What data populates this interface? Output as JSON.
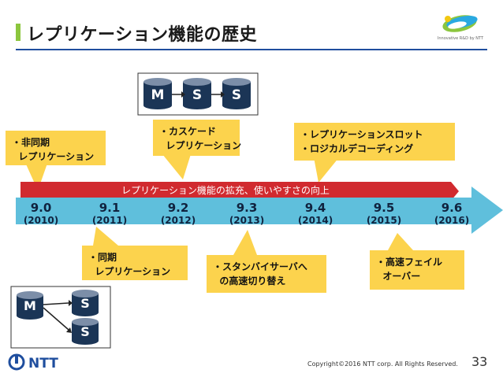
{
  "title": "レプリケーション機能の歴史",
  "logo_text": "Innovative R&D by NTT",
  "band_text": "レプリケーション機能の拡充、使いやすさの向上",
  "versions": [
    {
      "v": "9.0",
      "y": "(2010)"
    },
    {
      "v": "9.1",
      "y": "(2011)"
    },
    {
      "v": "9.2",
      "y": "(2012)"
    },
    {
      "v": "9.3",
      "y": "(2013)"
    },
    {
      "v": "9.4",
      "y": "(2014)"
    },
    {
      "v": "9.5",
      "y": "(2015)"
    },
    {
      "v": "9.6",
      "y": "(2016)"
    }
  ],
  "callouts": {
    "c90": "・非同期\n  レプリケーション",
    "c91": "・同期\n  レプリケーション",
    "c92": "・カスケード\n  レプリケーション",
    "c93": "・スタンバイサーバへ\n  の高速切り替え",
    "c94": "・レプリケーションスロット\n・ロジカルデコーディング",
    "c95": "・高速フェイル\n  オーバー"
  },
  "cascade_nodes": [
    "M",
    "S",
    "S"
  ],
  "sync_nodes": [
    "M",
    "S",
    "S"
  ],
  "footer": {
    "brand": "NTT",
    "copyright": "Copyright©2016  NTT corp. All Rights Reserved.",
    "page": "33"
  },
  "colors": {
    "accent_green": "#8cc63e",
    "navy": "#1f4e9e",
    "callout": "#fcd34d",
    "band_red": "#d12a2f",
    "timeline_teal": "#5fbfdc"
  }
}
